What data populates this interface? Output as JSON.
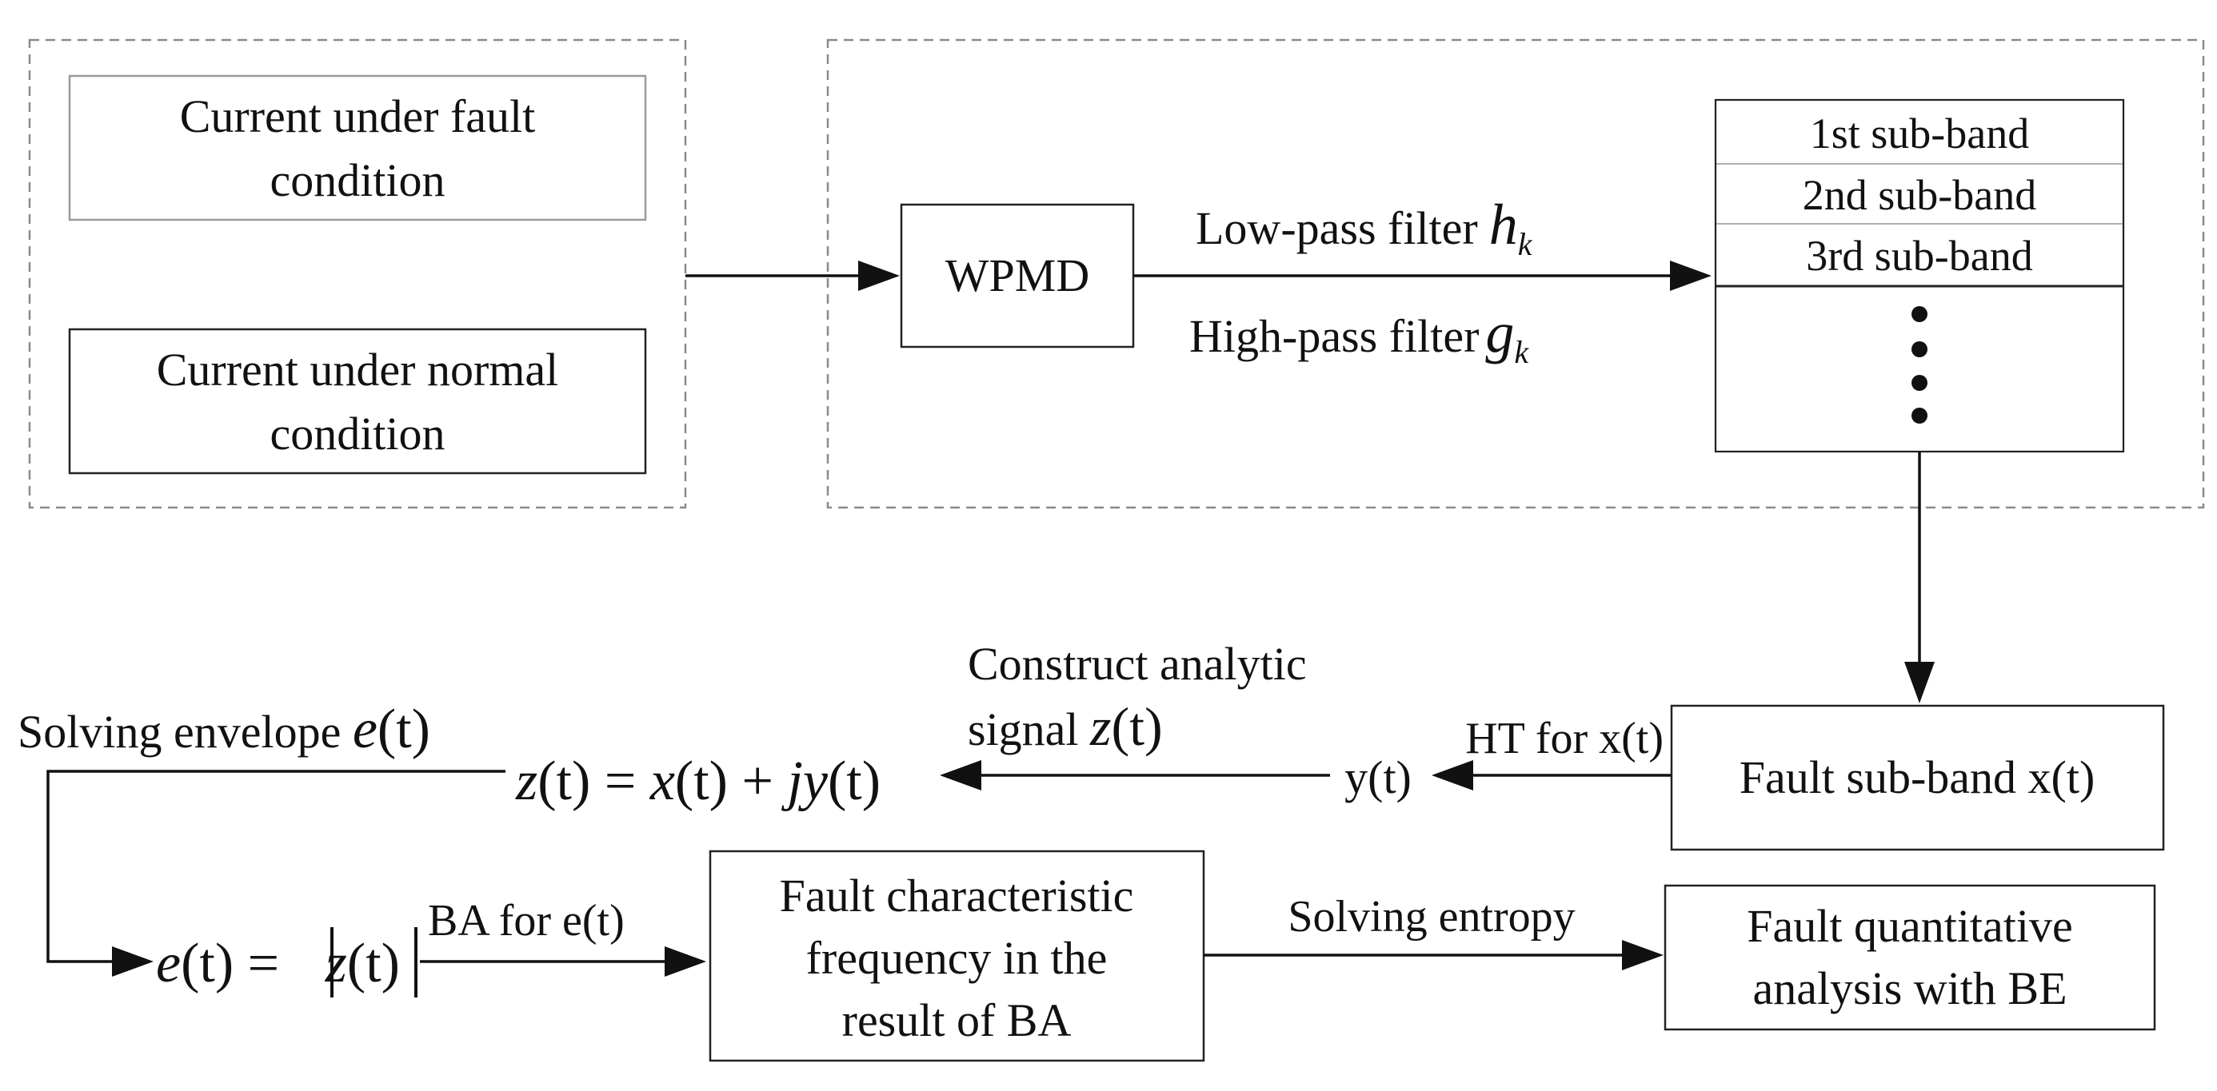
{
  "left_group": {
    "fault_box": [
      "Current under fault",
      "condition"
    ],
    "normal_box": [
      "Current under normal",
      "condition"
    ]
  },
  "wpmd_label": "WPMD",
  "filters": {
    "low_label": "Low-pass filter",
    "low_sym": "h",
    "low_sub": "k",
    "high_label": "High-pass filter",
    "high_sym": "g",
    "high_sub": "k"
  },
  "subbands": [
    "1st sub-band",
    "2nd sub-band",
    "3rd sub-band"
  ],
  "fault_subband": "Fault sub-band x(t)",
  "ht_label": "HT for x(t)",
  "yt_label": "y(t)",
  "construct_label": {
    "line1": "Construct analytic",
    "line2_prefix": "signal ",
    "sym": "z",
    "arg": "(t)"
  },
  "analytic_eq": {
    "lhs": "z",
    "lhs_arg": "(t)",
    "eq": " = ",
    "x": "x",
    "x_arg": "(t)",
    "plus": " + ",
    "jy": "jy",
    "jy_arg": "(t)"
  },
  "envelope_label": {
    "prefix": "Solving envelope ",
    "sym": "e",
    "arg": "(t)"
  },
  "envelope_eq": {
    "lhs": "e",
    "lhs_arg": "(t)",
    "eq": " = ",
    "rhs": "z",
    "rhs_arg": "(t)"
  },
  "ba_label": "BA for e(t)",
  "freq_box": [
    "Fault characteristic",
    "frequency in the",
    "result of BA"
  ],
  "entropy_label": "Solving entropy",
  "quant_box": [
    "Fault quantitative",
    "analysis with BE"
  ]
}
